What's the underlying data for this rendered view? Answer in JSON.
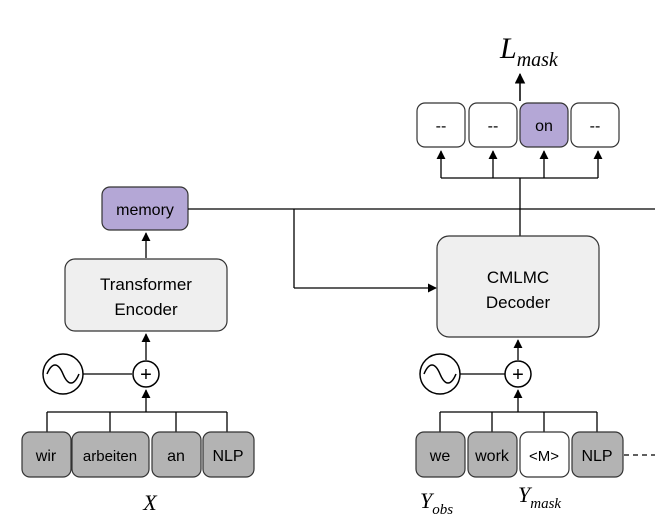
{
  "loss": {
    "base": "L",
    "sub": "mask"
  },
  "output_tokens": [
    "--",
    "--",
    "on",
    "--"
  ],
  "memory_label": "memory",
  "encoder": {
    "line1": "Transformer",
    "line2": "Encoder"
  },
  "decoder": {
    "line1": "CMLMC",
    "line2": "Decoder"
  },
  "plus_symbol": "+",
  "source_tokens": [
    "wir",
    "arbeiten",
    "an",
    "NLP"
  ],
  "target_tokens": [
    "we",
    "work",
    "<M>",
    "NLP"
  ],
  "labels": {
    "x": "X",
    "y_obs": {
      "base": "Y",
      "sub": "obs"
    },
    "y_mask": {
      "base": "Y",
      "sub": "mask"
    }
  },
  "colors": {
    "token_gray": "#b3b3b3",
    "highlight_purple": "#b4a7d6",
    "block_fill": "#efefef",
    "stroke": "#000000"
  }
}
